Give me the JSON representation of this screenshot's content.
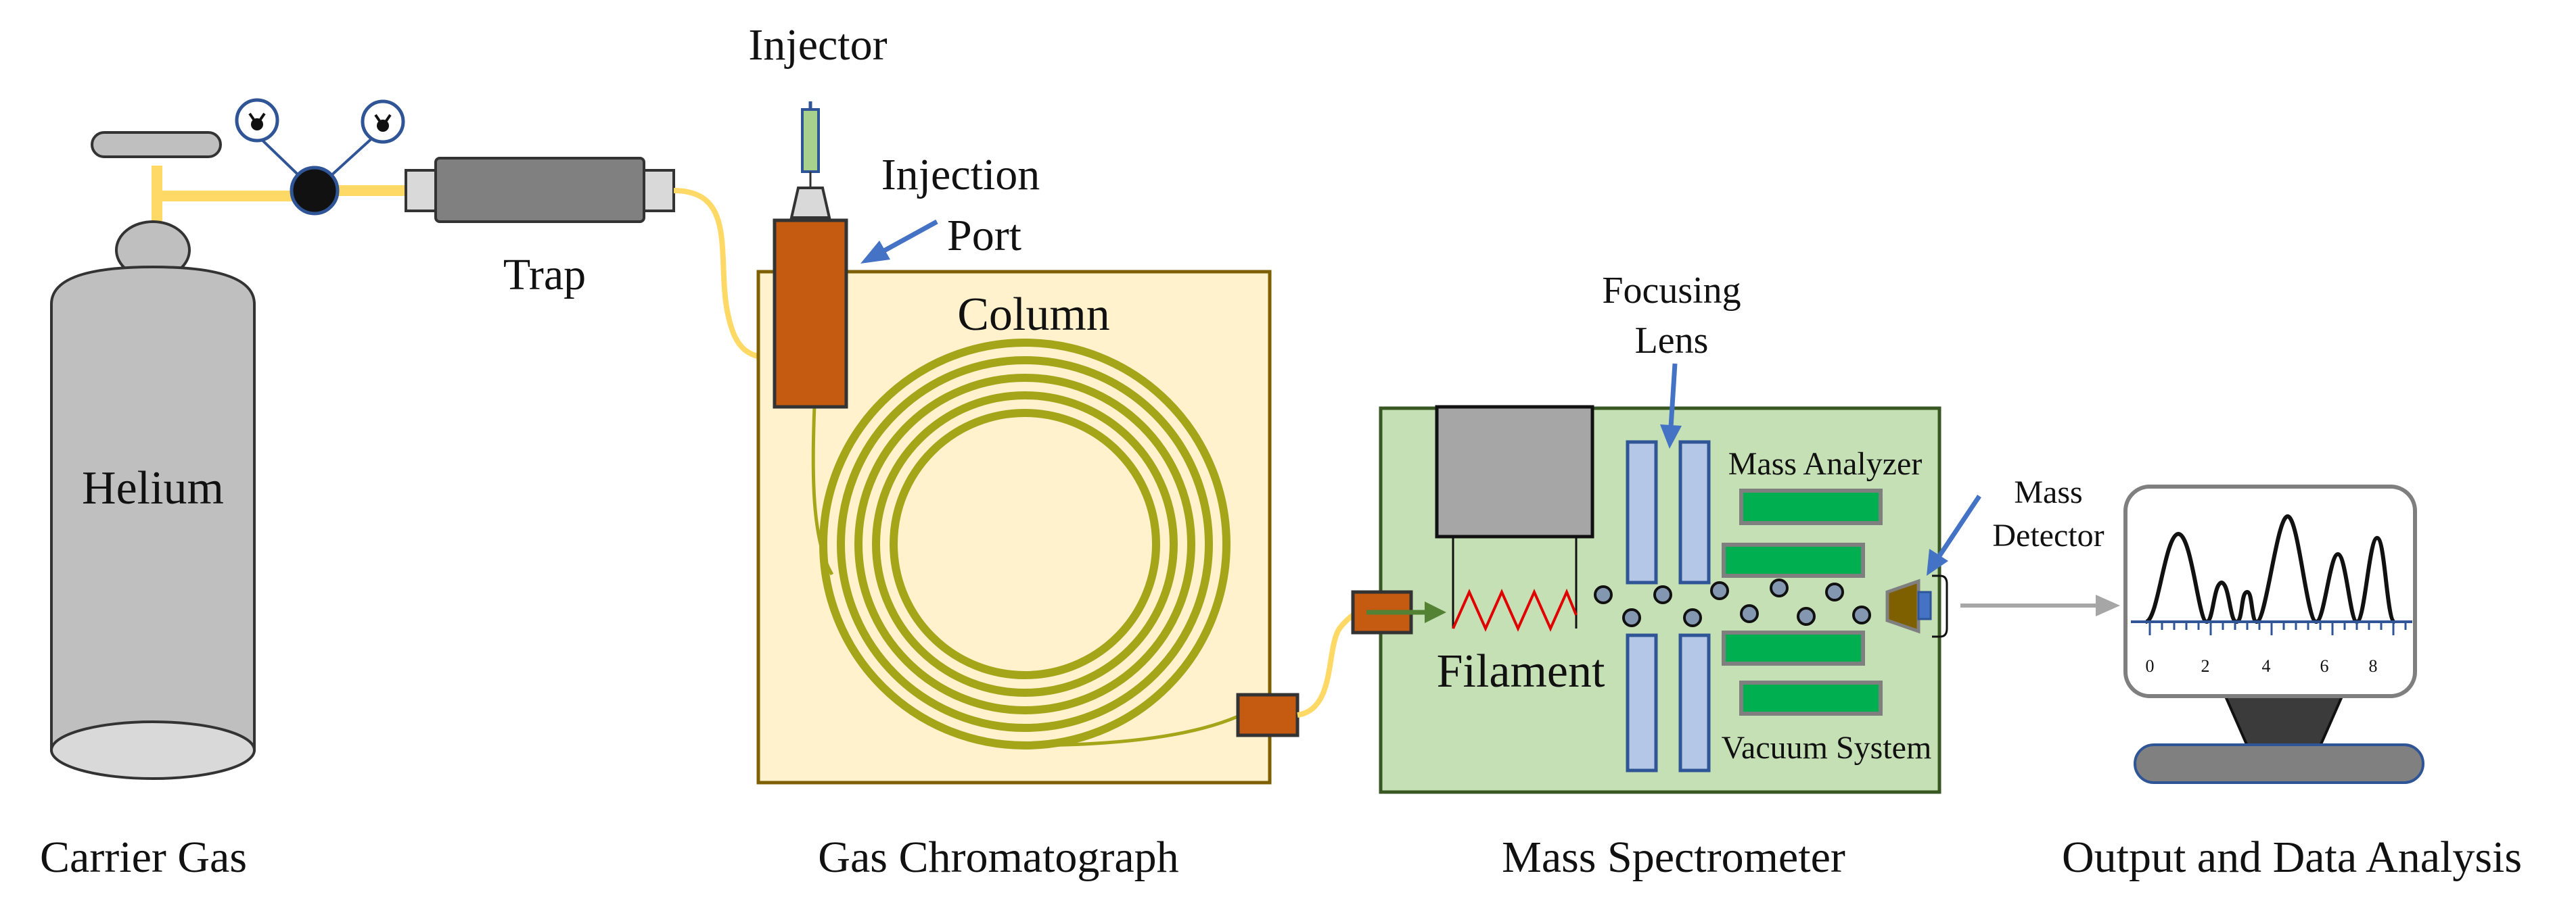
{
  "labels": {
    "helium": "Helium",
    "trap": "Trap",
    "injector": "Injector",
    "injection_port_line1": "Injection",
    "injection_port_line2": "Port",
    "column": "Column",
    "focusing_lens_line1": "Focusing",
    "focusing_lens_line2": "Lens",
    "mass_analyzer": "Mass Analyzer",
    "mass_detector_line1": "Mass",
    "mass_detector_line2": "Detector",
    "filament": "Filament",
    "vacuum_system": "Vacuum System"
  },
  "sections": {
    "carrier_gas": "Carrier Gas",
    "gas_chromatograph": "Gas Chromatograph",
    "mass_spectrometer": "Mass Spectrometer",
    "output": "Output and Data Analysis"
  },
  "monitor_axis": {
    "ticks": [
      "0",
      "2",
      "4",
      "6",
      "8"
    ]
  },
  "colors": {
    "cylinder": "#bfbfbf",
    "gas_line": "#ffd966",
    "trap": "#808080",
    "port": "#c55a11",
    "oven": "#fff2cc",
    "column_coil": "#a5a51a",
    "ms_box": "#c5e0b4",
    "lens": "#b4c7e7",
    "analyzer_bar": "#00b050",
    "arrow_blue": "#4472c4",
    "filament_zigzag": "#e00000",
    "monitor_base": "#808080"
  }
}
